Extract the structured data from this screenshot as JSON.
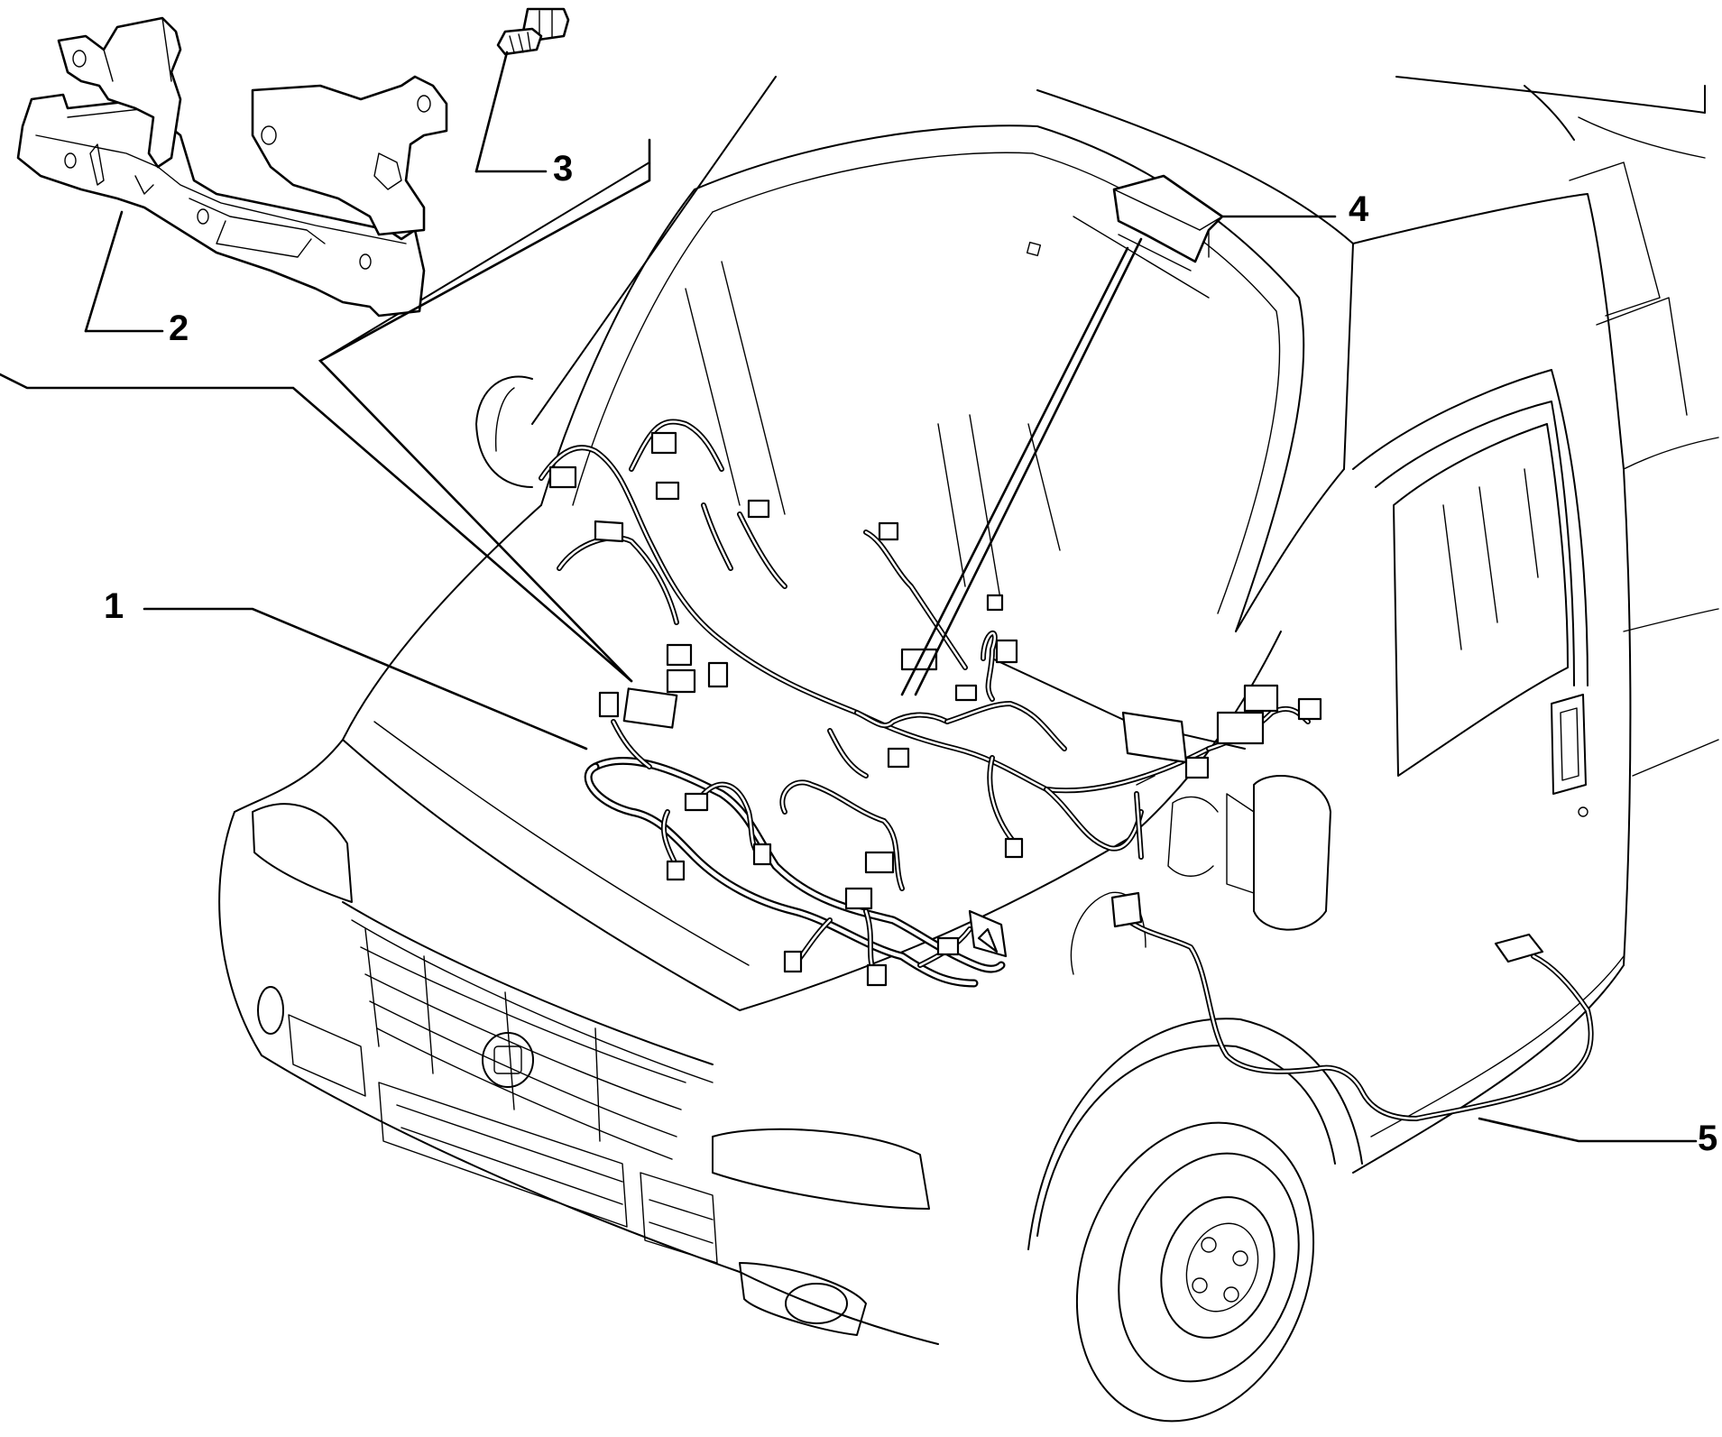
{
  "callouts": [
    {
      "id": "1",
      "label": "1",
      "part": "engine-compartment-wiring-harness"
    },
    {
      "id": "2",
      "label": "2",
      "part": "harness-support-bracket"
    },
    {
      "id": "3",
      "label": "3",
      "part": "fixing-bolt"
    },
    {
      "id": "4",
      "label": "4",
      "part": "dashboard-harness-cover"
    },
    {
      "id": "5",
      "label": "5",
      "part": "side-wiring-harness"
    }
  ]
}
